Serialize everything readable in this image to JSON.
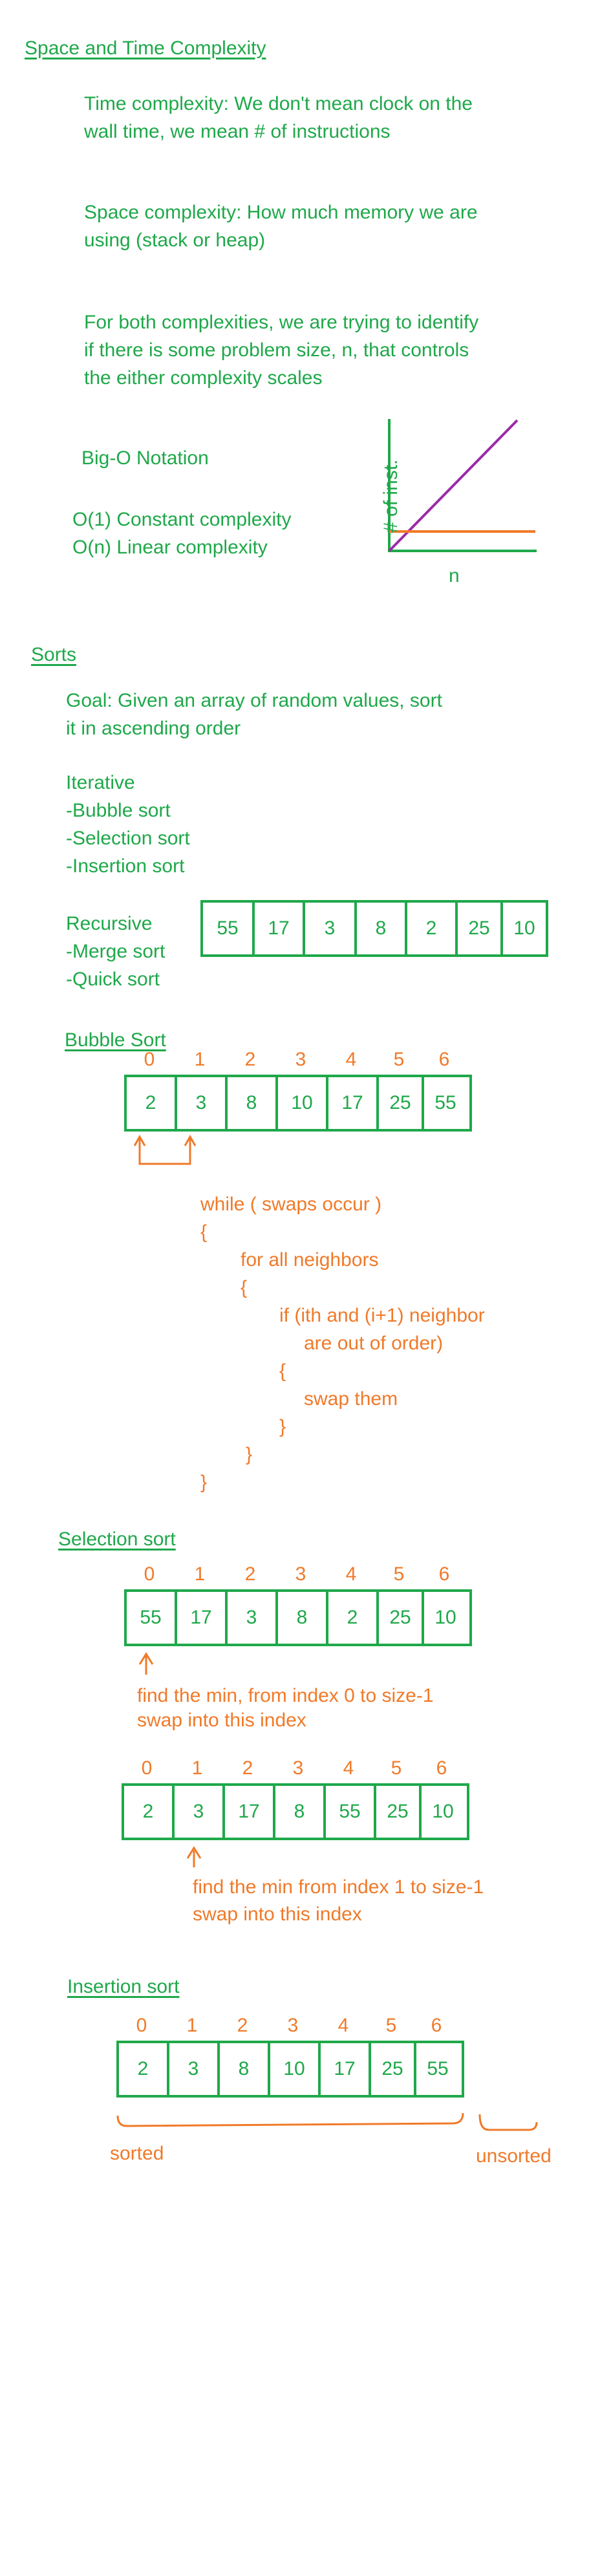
{
  "colors": {
    "green": "#1fa84a",
    "orange": "#f07a2a",
    "purple": "#9b2aa8"
  },
  "complexity": {
    "heading": "Space and Time Complexity",
    "time_line1": "Time complexity: We don't mean clock on the",
    "time_line2": "wall time, we mean # of instructions",
    "space_line1": "Space complexity: How much memory we are",
    "space_line2": "using (stack or heap)",
    "both_line1": "For both complexities, we are trying to identify",
    "both_line2": "if there is some problem size, n, that controls",
    "both_line3": "the either complexity scales",
    "bigo_label": "Big-O Notation",
    "o1_label": "O(1)  Constant complexity",
    "on_label": "O(n) Linear complexity",
    "graph_ylabel": "# of inst.",
    "graph_xlabel": "n"
  },
  "sorts": {
    "heading": "Sorts",
    "goal_line1": "Goal: Given an array of random values, sort",
    "goal_line2": "it in ascending order",
    "iterative_label": "Iterative",
    "iterative_items": [
      "-Bubble sort",
      "-Selection sort",
      "-Insertion sort"
    ],
    "recursive_label": "Recursive",
    "recursive_items": [
      "-Merge sort",
      "-Quick sort"
    ],
    "example_array": [
      "55",
      "17",
      "3",
      "8",
      "2",
      "25",
      "10"
    ]
  },
  "bubble": {
    "heading": "Bubble Sort",
    "indices": [
      "0",
      "1",
      "2",
      "3",
      "4",
      "5",
      "6"
    ],
    "array": [
      "2",
      "3",
      "8",
      "10",
      "17",
      "25",
      "55"
    ],
    "code": [
      "while ( swaps occur )",
      "{",
      "for all neighbors",
      "{",
      "if (ith and (i+1) neighbor",
      "are out of order)",
      "{",
      "swap them",
      "}",
      "}",
      "}"
    ]
  },
  "selection": {
    "heading": "Selection sort",
    "indices": [
      "0",
      "1",
      "2",
      "3",
      "4",
      "5",
      "6"
    ],
    "array1": [
      "55",
      "17",
      "3",
      "8",
      "2",
      "25",
      "10"
    ],
    "note1_line1": "find the min, from index 0 to size-1",
    "note1_line2": "swap into this index",
    "array2": [
      "2",
      "3",
      "17",
      "8",
      "55",
      "25",
      "10"
    ],
    "note2_line1": "find the min from index 1 to size-1",
    "note2_line2": "swap into this index"
  },
  "insertion": {
    "heading": "Insertion sort",
    "indices": [
      "0",
      "1",
      "2",
      "3",
      "4",
      "5",
      "6"
    ],
    "array": [
      "2",
      "3",
      "8",
      "10",
      "17",
      "25",
      "55"
    ],
    "sorted_label": "sorted",
    "unsorted_label": "unsorted"
  }
}
